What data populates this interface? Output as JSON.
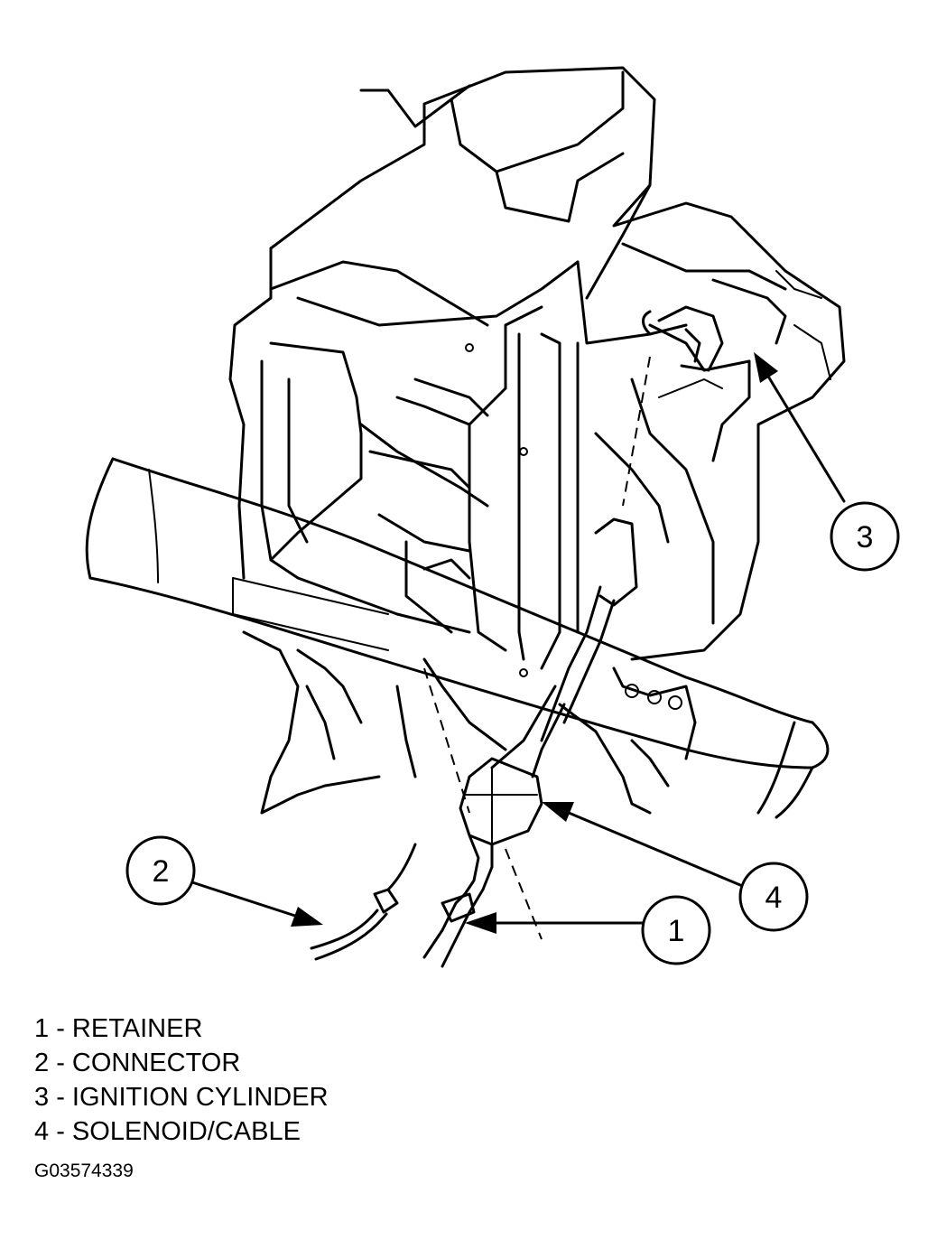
{
  "diagram": {
    "callouts": [
      {
        "number": "1",
        "label": "RETAINER"
      },
      {
        "number": "2",
        "label": "CONNECTOR"
      },
      {
        "number": "3",
        "label": "IGNITION CYLINDER"
      },
      {
        "number": "4",
        "label": "SOLENOID/CABLE"
      }
    ],
    "figure_id": "G03574339"
  }
}
